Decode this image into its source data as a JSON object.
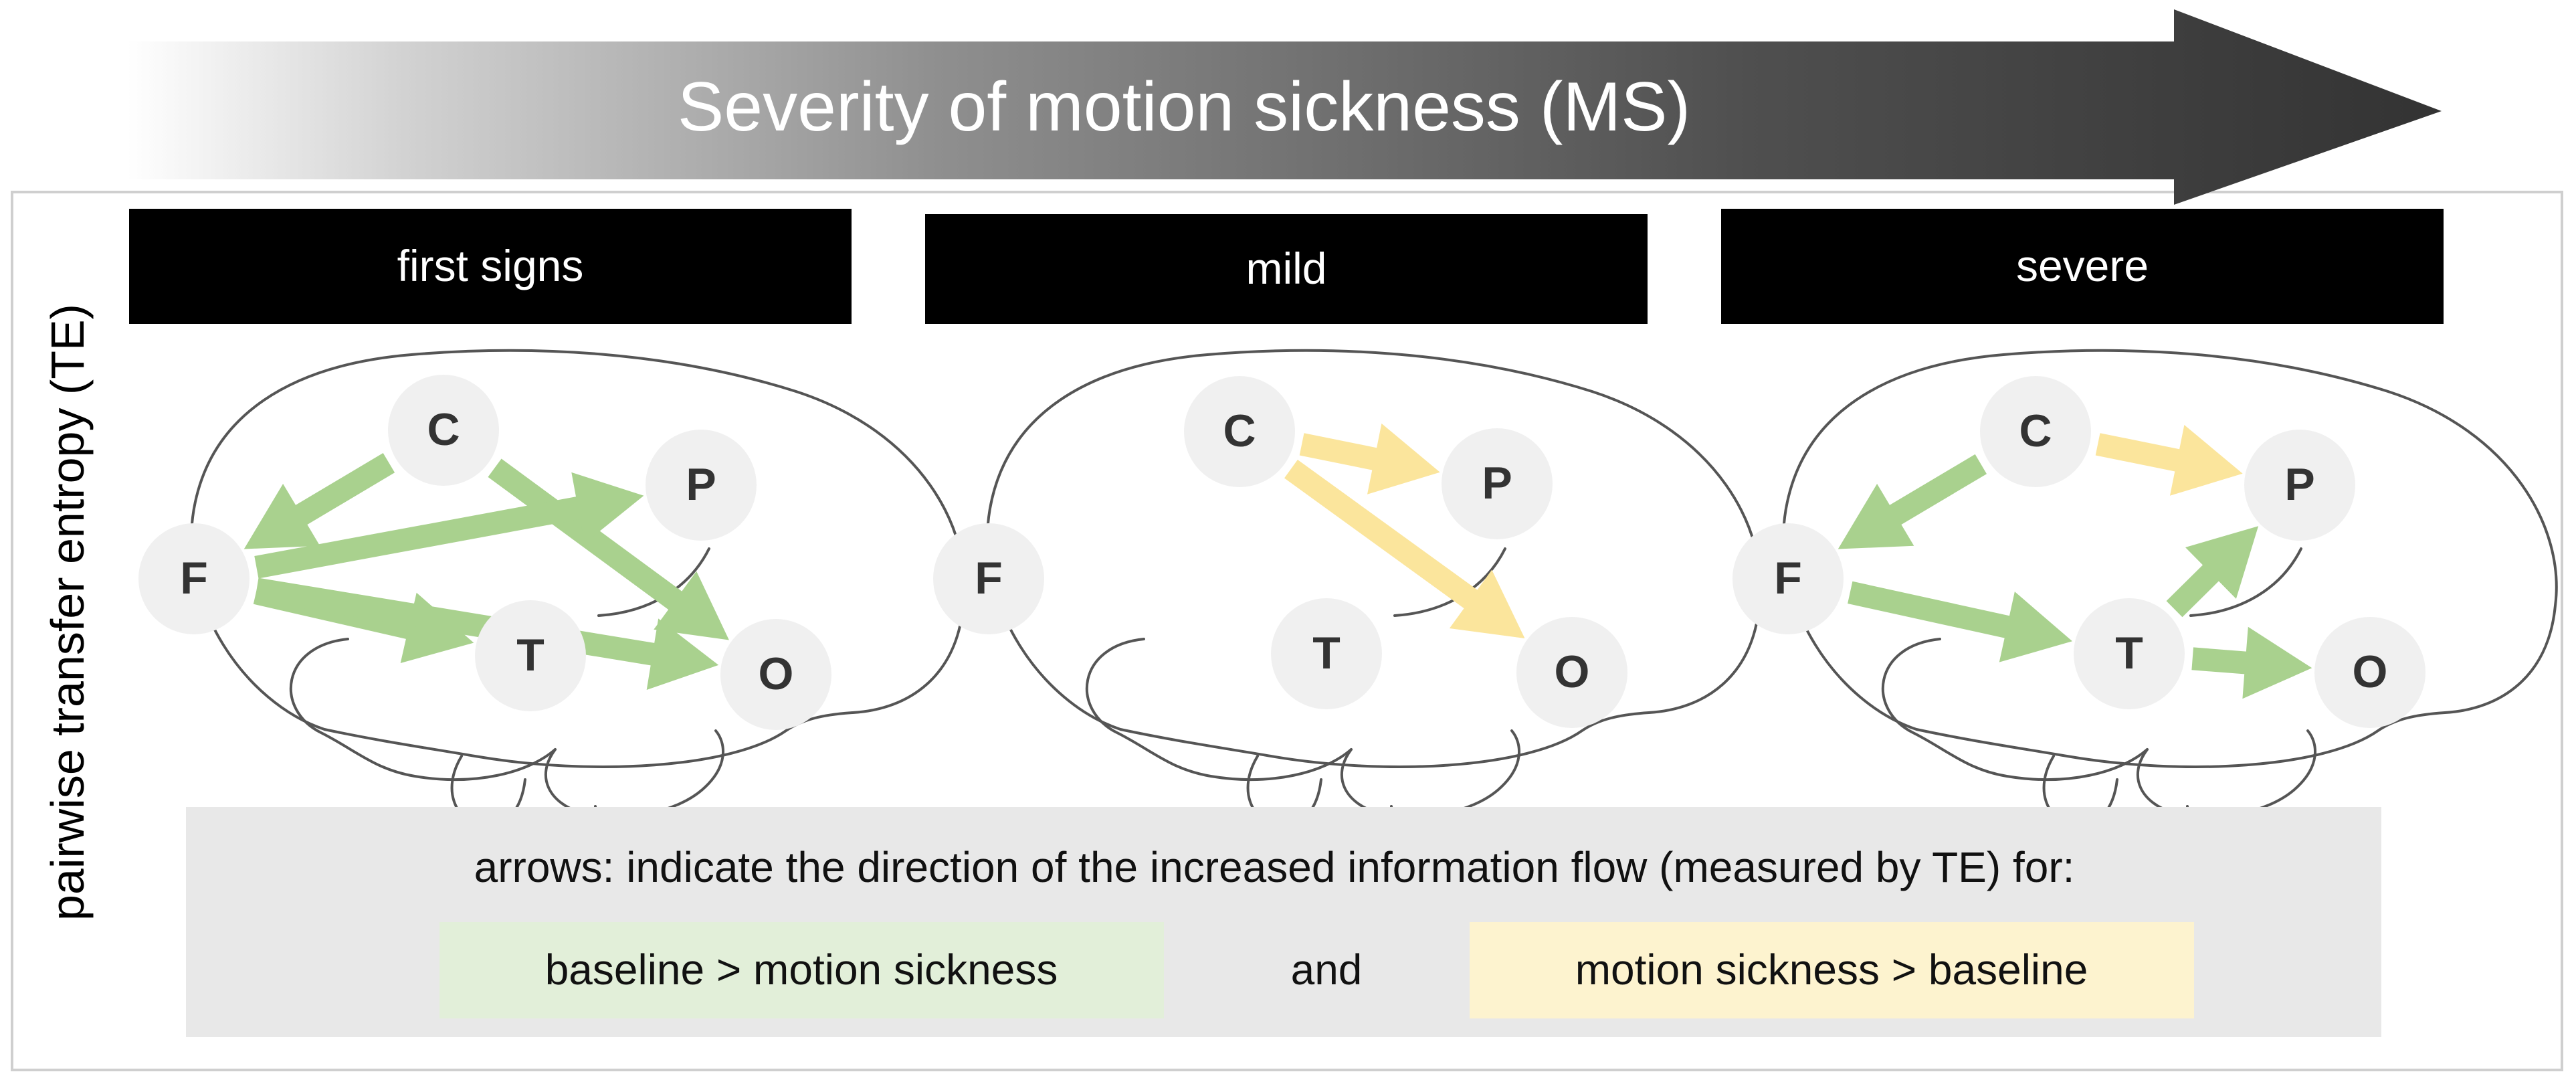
{
  "title": "Severity of motion sickness (MS)",
  "y_axis_label": "pairwise transfer entropy (TE)",
  "colors": {
    "decrease_arrow": "#a9d18e",
    "increase_arrow": "#fbe59c",
    "decrease_box": "#e2efd9",
    "increase_box": "#fdf3cf",
    "node_fill": "#f0f0f0",
    "header_bg": "#000000",
    "legend_bg": "#e8e8e8"
  },
  "stages": [
    {
      "label": "first signs",
      "nodes": [
        {
          "id": "C",
          "label": "C"
        },
        {
          "id": "P",
          "label": "P"
        },
        {
          "id": "F",
          "label": "F"
        },
        {
          "id": "T",
          "label": "T"
        },
        {
          "id": "O",
          "label": "O"
        }
      ],
      "edges": [
        {
          "from": "C",
          "to": "F",
          "type": "decrease"
        },
        {
          "from": "C",
          "to": "O",
          "type": "decrease"
        },
        {
          "from": "F",
          "to": "P",
          "type": "decrease"
        },
        {
          "from": "F",
          "to": "T",
          "type": "decrease"
        },
        {
          "from": "F",
          "to": "O",
          "type": "decrease"
        }
      ]
    },
    {
      "label": "mild",
      "nodes": [
        {
          "id": "C",
          "label": "C"
        },
        {
          "id": "P",
          "label": "P"
        },
        {
          "id": "F",
          "label": "F"
        },
        {
          "id": "T",
          "label": "T"
        },
        {
          "id": "O",
          "label": "O"
        }
      ],
      "edges": [
        {
          "from": "C",
          "to": "P",
          "type": "increase"
        },
        {
          "from": "C",
          "to": "O",
          "type": "increase"
        }
      ]
    },
    {
      "label": "severe",
      "nodes": [
        {
          "id": "C",
          "label": "C"
        },
        {
          "id": "P",
          "label": "P"
        },
        {
          "id": "F",
          "label": "F"
        },
        {
          "id": "T",
          "label": "T"
        },
        {
          "id": "O",
          "label": "O"
        }
      ],
      "edges": [
        {
          "from": "C",
          "to": "F",
          "type": "decrease"
        },
        {
          "from": "C",
          "to": "P",
          "type": "increase"
        },
        {
          "from": "F",
          "to": "T",
          "type": "decrease"
        },
        {
          "from": "T",
          "to": "P",
          "type": "decrease"
        },
        {
          "from": "T",
          "to": "O",
          "type": "decrease"
        }
      ]
    }
  ],
  "legend": {
    "intro": "arrows: indicate the direction of the increased information flow (measured by TE) for:",
    "decrease_label": "baseline > motion sickness",
    "connector": "and",
    "increase_label": "motion sickness > baseline"
  }
}
